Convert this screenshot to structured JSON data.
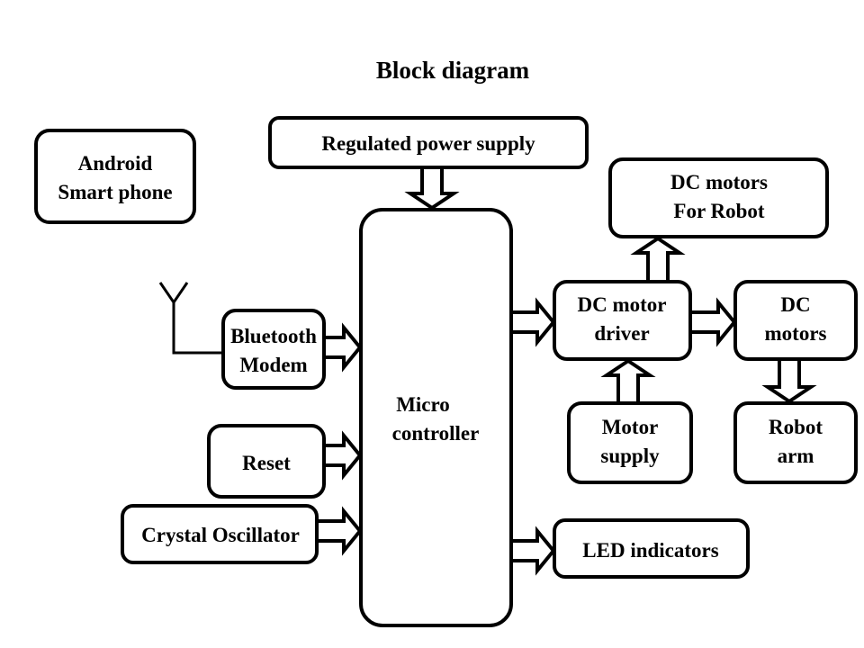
{
  "title": "Block diagram",
  "blocks": {
    "android": {
      "lines": [
        "Android",
        "Smart phone"
      ]
    },
    "power": {
      "lines": [
        "Regulated power supply"
      ]
    },
    "bluetooth": {
      "lines": [
        "Bluetooth",
        "Modem"
      ]
    },
    "reset": {
      "lines": [
        "Reset"
      ]
    },
    "crystal": {
      "lines": [
        "Crystal Oscillator"
      ]
    },
    "micro": {
      "lines": [
        "Micro",
        "controller"
      ]
    },
    "dcrobot": {
      "lines": [
        "DC motors",
        "For Robot"
      ]
    },
    "driver": {
      "lines": [
        "DC motor",
        "driver"
      ]
    },
    "dcmotors": {
      "lines": [
        "DC",
        "motors"
      ]
    },
    "motorsupply": {
      "lines": [
        "Motor",
        "supply"
      ]
    },
    "robotarm": {
      "lines": [
        "Robot",
        "arm"
      ]
    },
    "led": {
      "lines": [
        "LED indicators"
      ]
    }
  },
  "connections": [
    {
      "from": "power",
      "to": "micro"
    },
    {
      "from": "bluetooth",
      "to": "micro"
    },
    {
      "from": "reset",
      "to": "micro"
    },
    {
      "from": "crystal",
      "to": "micro"
    },
    {
      "from": "micro",
      "to": "driver"
    },
    {
      "from": "micro",
      "to": "led"
    },
    {
      "from": "driver",
      "to": "dcrobot"
    },
    {
      "from": "driver",
      "to": "dcmotors"
    },
    {
      "from": "motorsupply",
      "to": "driver"
    },
    {
      "from": "dcmotors",
      "to": "robotarm"
    }
  ],
  "antenna": {
    "connected_to": "bluetooth"
  }
}
